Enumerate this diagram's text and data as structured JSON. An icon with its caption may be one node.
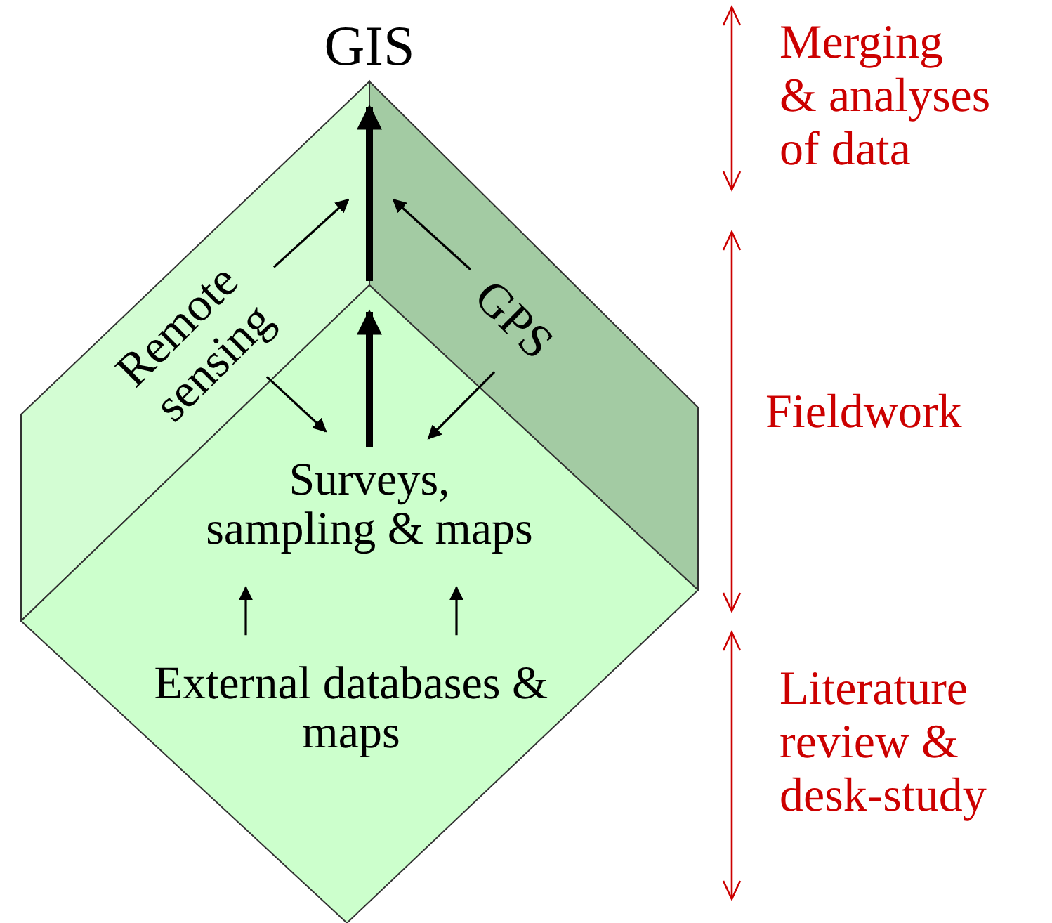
{
  "diagram": {
    "nodes": [
      {
        "text": [
          "GIS"
        ]
      },
      {
        "text": [
          "Remote sensing"
        ]
      },
      {
        "text": [
          "GPS"
        ]
      },
      {
        "text": [
          "Surveys, sampling & maps"
        ]
      },
      {
        "text": [
          "External databases & maps"
        ]
      }
    ],
    "edges": [
      {
        "from": 1,
        "to": null,
        "arrow": "to"
      },
      {
        "from": 1,
        "to": 3,
        "arrow": "to"
      },
      {
        "from": 2,
        "to": null,
        "arrow": "to"
      },
      {
        "from": 2,
        "to": 3,
        "arrow": "to"
      },
      {
        "from": 3,
        "to": null,
        "arrow": "to",
        "style": "thick"
      },
      {
        "from": null,
        "to": 0,
        "arrow": "to",
        "style": "thick"
      },
      {
        "from": 4,
        "to": 3,
        "arrow": "to"
      },
      {
        "from": 4,
        "to": 3,
        "arrow": "to"
      }
    ],
    "labels": [
      "Merging & analyses of data",
      "Fieldwork",
      "Literature review & desk-study"
    ]
  }
}
